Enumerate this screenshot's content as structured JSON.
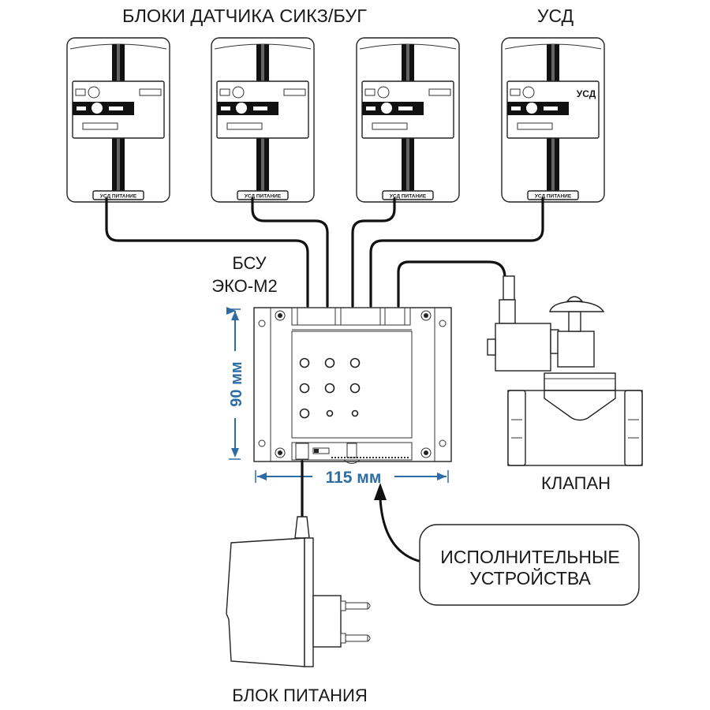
{
  "labels": {
    "sensors_title": "БЛОКИ ДАТЧИКА СИКЗ/БУГ",
    "usd_title": "УСД",
    "controller_line1": "БСУ",
    "controller_line2": "ЭКО-М2",
    "valve": "КЛАПАН",
    "power_supply": "БЛОК ПИТАНИЯ",
    "actuators_line1": "ИСПОЛНИТЕЛЬНЫЕ",
    "actuators_line2": "УСТРОЙСТВА"
  },
  "dimensions": {
    "height": "90 мм",
    "width": "115 мм",
    "color": "#2e6da4"
  },
  "sensor_units": [
    {
      "name": "sensor-1",
      "port_label": "УСД  ПИТАНИЕ",
      "badge": ""
    },
    {
      "name": "sensor-2",
      "port_label": "УСД  ПИТАНИЕ",
      "badge": ""
    },
    {
      "name": "sensor-3",
      "port_label": "УСД  ПИТАНИЕ",
      "badge": ""
    },
    {
      "name": "usd-unit",
      "port_label": "УСД  ПИТАНИЕ",
      "badge": "УСД"
    }
  ]
}
